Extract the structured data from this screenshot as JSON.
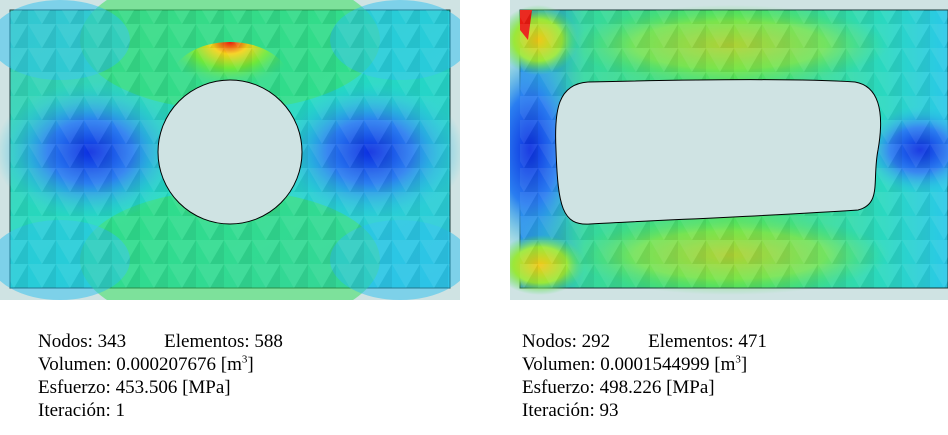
{
  "results": [
    {
      "nodes_label": "Nodos:",
      "nodes": "343",
      "elements_label": "Elementos:",
      "elements": "588",
      "volume_label": "Volumen:",
      "volume": "0.000207676",
      "volume_unit_pre": "[m",
      "volume_unit_exp": "3",
      "volume_unit_post": "]",
      "stress_label": "Esfuerzo:",
      "stress": "453.506",
      "stress_unit": "[MPa]",
      "iteration_label": "Iteración:",
      "iteration": "1"
    },
    {
      "nodes_label": "Nodos:",
      "nodes": "292",
      "elements_label": "Elementos:",
      "elements": "471",
      "volume_label": "Volumen:",
      "volume": "0.0001544999",
      "volume_unit_pre": "[m",
      "volume_unit_exp": "3",
      "volume_unit_post": "]",
      "stress_label": "Esfuerzo:",
      "stress": "498.226",
      "stress_unit": "[MPa]",
      "iteration_label": "Iteración:",
      "iteration": "93"
    }
  ],
  "colors": {
    "background": "#cfe3e3",
    "hole_fill": "#cfe3e3",
    "low_stress": "#1f5cf0",
    "mid_stress": "#22e07a",
    "high_stress": "#e81a10"
  }
}
